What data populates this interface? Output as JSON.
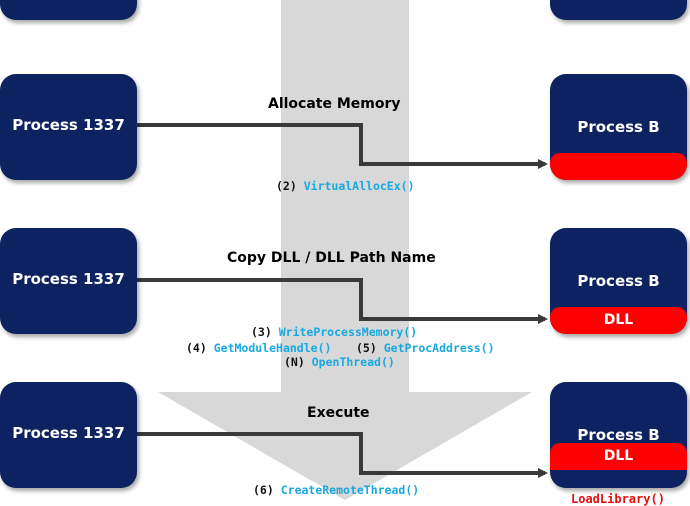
{
  "diagram": {
    "rows": [
      {
        "left_label": "Process 1337",
        "right_label": "Process B",
        "title": "Allocate Memory",
        "bar_text": "",
        "calls": [
          {
            "num": "(2)",
            "fn": "VirtualAllocEx()"
          }
        ]
      },
      {
        "left_label": "Process 1337",
        "right_label": "Process B",
        "title": "Copy DLL / DLL Path Name",
        "bar_text": "DLL",
        "calls": [
          {
            "num": "(3)",
            "fn": "WriteProcessMemory()"
          },
          {
            "num": "(4)",
            "fn": "GetModuleHandle()"
          },
          {
            "num": "(5)",
            "fn": "GetProcAddress()"
          },
          {
            "num": "(N)",
            "fn": "OpenThread()"
          }
        ]
      },
      {
        "left_label": "Process 1337",
        "right_label": "Process B",
        "title": "Execute",
        "bar_text": "DLL",
        "calls": [
          {
            "num": "(6)",
            "fn": "CreateRemoteThread()"
          }
        ],
        "note": "LoadLibrary()"
      }
    ],
    "colors": {
      "box": "#0d2260",
      "bar": "#ff0000",
      "function_text": "#19a8e0",
      "arrow": "#3a3a3a",
      "big_arrow": "#d8d8d8"
    }
  }
}
